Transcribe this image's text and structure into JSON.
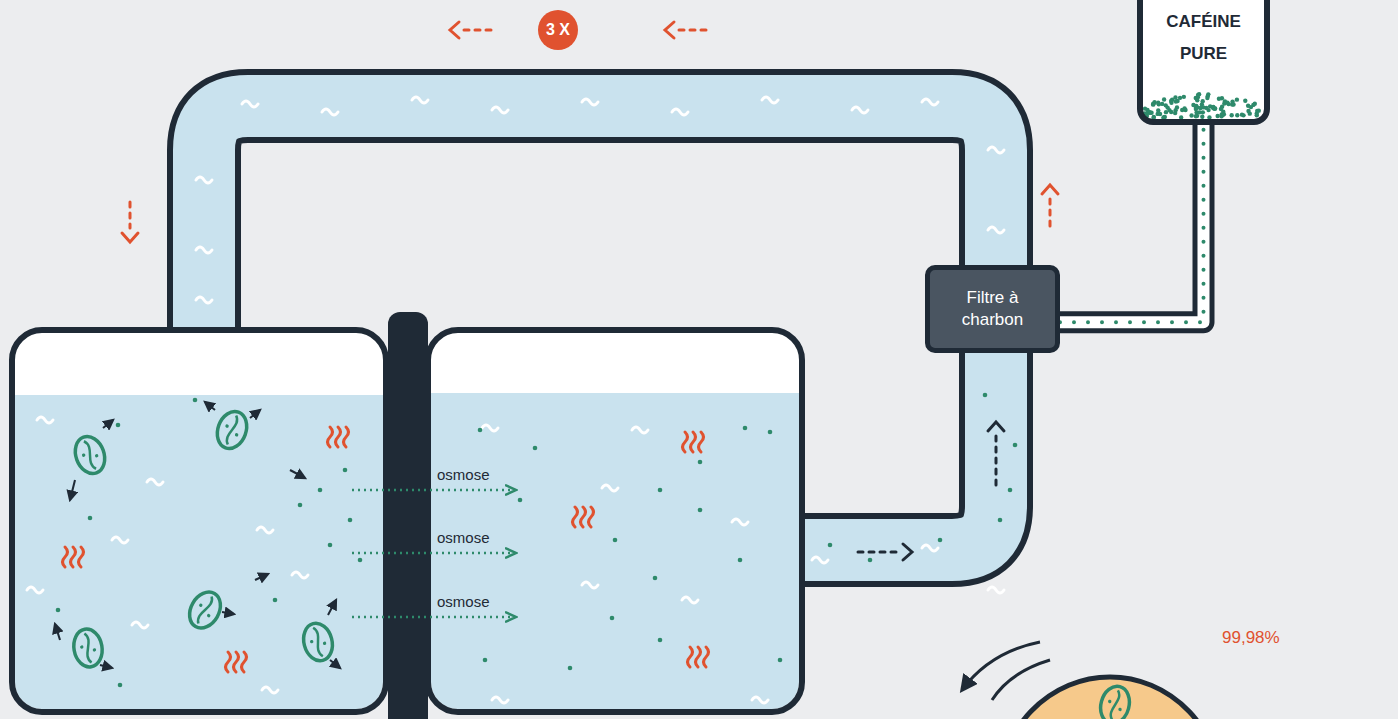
{
  "diagram": {
    "nodes": [
      {
        "text": [
          "3 X"
        ]
      },
      {
        "text": [
          "CAFÉINE PURE"
        ]
      },
      {
        "text": [
          "Filtre à charbon"
        ]
      }
    ],
    "edges": [
      {
        "from": 2,
        "to": 1,
        "arrow": "none"
      }
    ],
    "labels": [
      "osmose",
      "osmose",
      "osmose",
      "99,98%"
    ]
  }
}
